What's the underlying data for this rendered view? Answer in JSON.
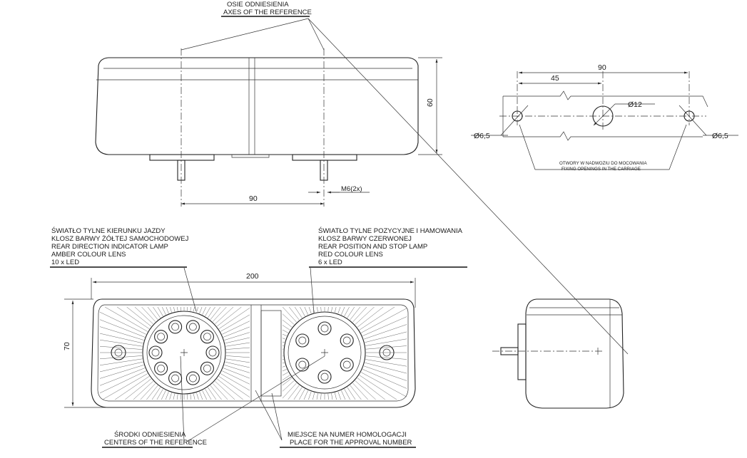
{
  "top_view": {
    "axes_label_pl": "OSIE ODNIESIENIA",
    "axes_label_en": "AXES OF THE REFERENCE",
    "height_dim": "60",
    "bolt_spacing_dim": "90",
    "thread_label": "M6(2x)"
  },
  "fixing_holes": {
    "total_dim": "90",
    "half_dim": "45",
    "center_hole_dim": "Ø12",
    "left_hole_dim": "Ø6,5",
    "right_hole_dim": "Ø6,5",
    "note_pl": "OTWORY W NADWOZIU DO MOCOWANIA",
    "note_en": "FIXING OPENINGS IN THE CARRIAGE"
  },
  "front_view": {
    "width_dim": "200",
    "height_dim": "70",
    "left_lamp": {
      "line1": "ŚWIATŁO TYLNE KIERUNKU JAZDY",
      "line2": "KLOSZ BARWY ŻÓŁTEJ SAMOCHODOWEJ",
      "line3": "REAR DIRECTION INDICATOR LAMP",
      "line4": "AMBER COLOUR LENS",
      "line5": "10 x LED"
    },
    "right_lamp": {
      "line1": "ŚWIATŁO TYLNE POZYCYJNE I HAMOWANIA",
      "line2": "KLOSZ BARWY CZERWONEJ",
      "line3": "REAR POSITION AND STOP LAMP",
      "line4": "RED COLOUR LENS",
      "line5": "6 x LED"
    },
    "centers_pl": "ŚRODKI ODNIESIENIA",
    "centers_en": "CENTERS OF THE REFERENCE",
    "approval_pl": "MIEJSCE NA NUMER HOMOLOGACJI",
    "approval_en": "PLACE FOR THE APPROVAL NUMBER"
  }
}
